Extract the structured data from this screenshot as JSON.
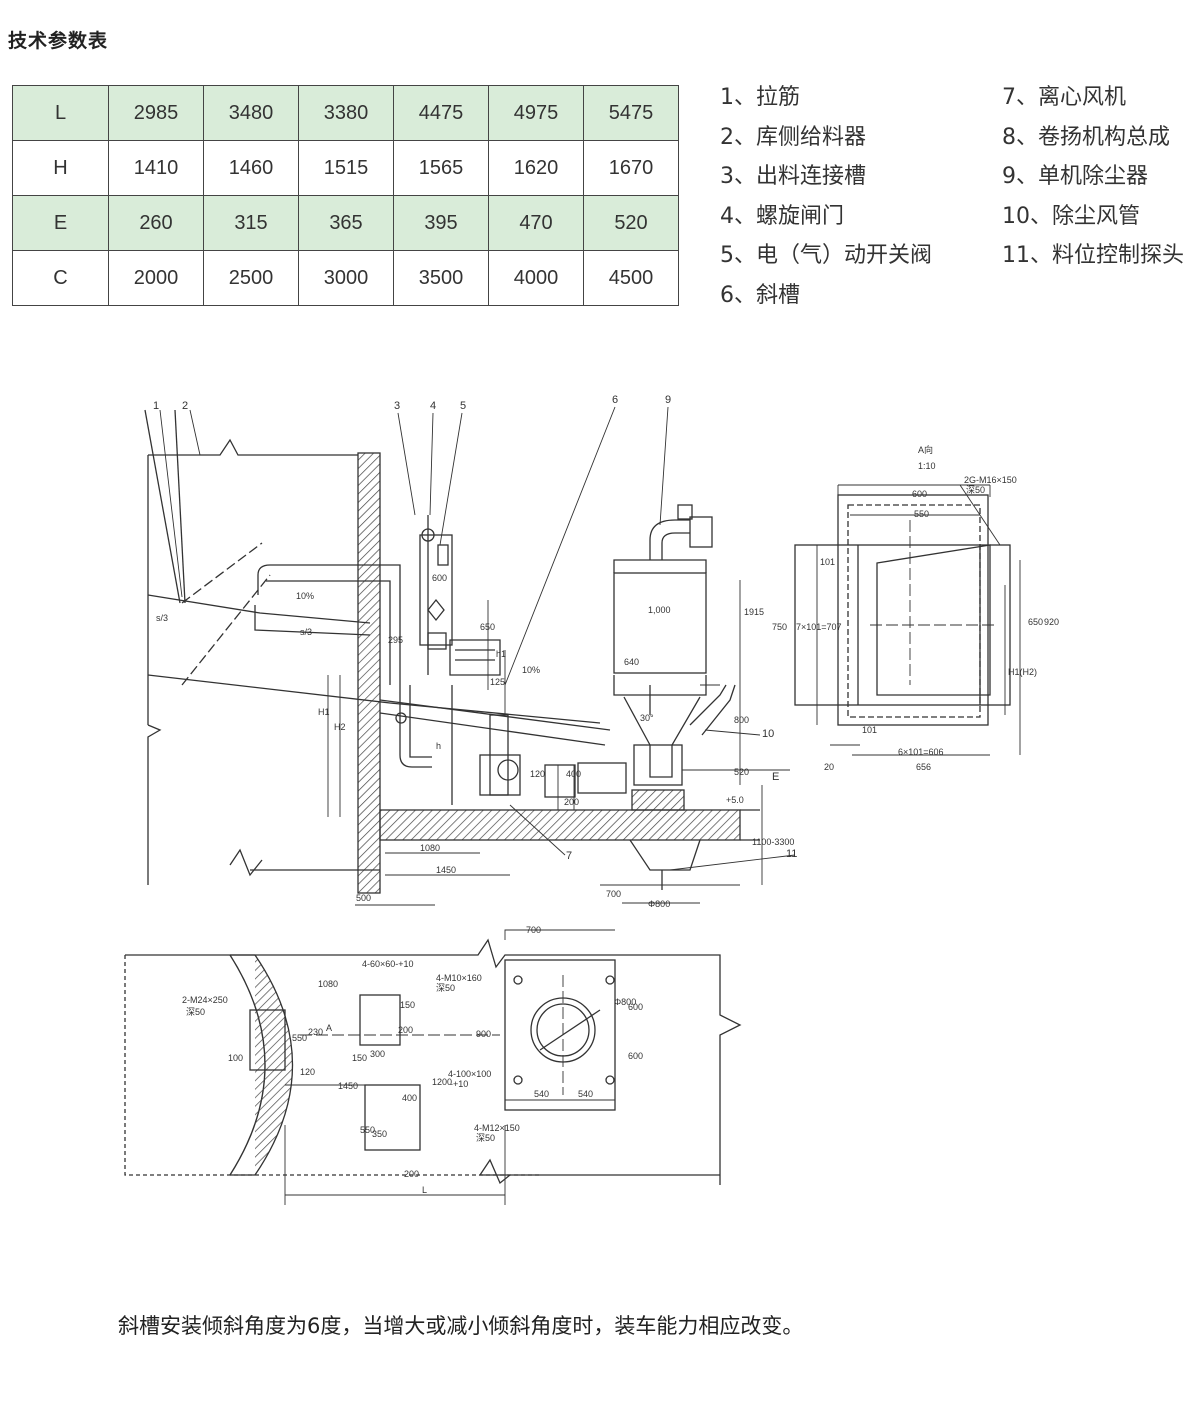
{
  "title": "技术参数表",
  "table": {
    "rows": [
      {
        "key": "L",
        "values": [
          "2985",
          "3480",
          "3380",
          "4475",
          "4975",
          "5475"
        ]
      },
      {
        "key": "H",
        "values": [
          "1410",
          "1460",
          "1515",
          "1565",
          "1620",
          "1670"
        ]
      },
      {
        "key": "E",
        "values": [
          "260",
          "315",
          "365",
          "395",
          "470",
          "520"
        ]
      },
      {
        "key": "C",
        "values": [
          "2000",
          "2500",
          "3000",
          "3500",
          "4000",
          "4500"
        ]
      }
    ]
  },
  "parts": {
    "left": [
      "1、拉筋",
      "2、库侧给料器",
      "3、出料连接槽",
      "4、螺旋闸门",
      "5、电（气）动开关阀",
      "6、斜槽"
    ],
    "right": [
      "7、离心风机",
      "8、卷扬机构总成",
      "9、单机除尘器",
      "10、除尘风管",
      "11、料位控制探头"
    ]
  },
  "drawing": {
    "callouts": [
      "1",
      "2",
      "3",
      "4",
      "5",
      "6",
      "9",
      "10",
      "E",
      "11",
      "7"
    ],
    "dims": [
      "10%",
      "10%",
      "s/3",
      "s/3",
      "650",
      "640",
      "1,000",
      "1915",
      "295",
      "600",
      "800",
      "520",
      "+5.0",
      "1100-3300",
      "1080",
      "1450",
      "700",
      "Φ800",
      "200",
      "400",
      "120",
      "H1",
      "H2",
      "h",
      "h1",
      "30°",
      "125"
    ],
    "view_a": {
      "label": "A向",
      "scale": "1:10",
      "dims": [
        "2G-M16×150",
        "深50",
        "600",
        "550",
        "101",
        "7×101=707",
        "750",
        "650",
        "920",
        "H1(H2)",
        "101",
        "6×101=606",
        "656",
        "20"
      ]
    },
    "plan": {
      "scale_label": "500",
      "dims": [
        "700",
        "4-60×60-+10",
        "4-M10×160",
        "深50",
        "1080",
        "150",
        "Φ800",
        "600",
        "2-M24×250",
        "深50",
        "230",
        "550",
        "900",
        "600",
        "A",
        "200",
        "300",
        "120",
        "150",
        "100",
        "1450",
        "1200",
        "4-100×100",
        "-+10",
        "540",
        "540",
        "400",
        "550",
        "350",
        "4-M12×150",
        "深50",
        "200",
        "L"
      ]
    }
  },
  "note": "斜槽安装倾斜角度为6度，当增大或减小倾斜角度时，装车能力相应改变。"
}
